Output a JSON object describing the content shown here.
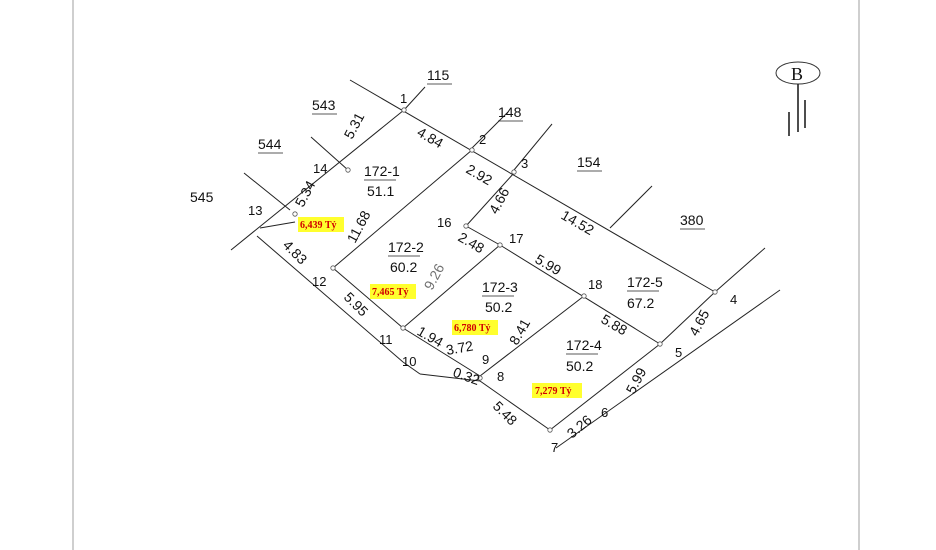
{
  "neighbors": {
    "n115": "115",
    "n543": "543",
    "n148": "148",
    "n544": "544",
    "n154": "154",
    "n545": "545",
    "n380": "380"
  },
  "vertices": {
    "v1": "1",
    "v2": "2",
    "v3": "3",
    "v4": "4",
    "v5": "5",
    "v6": "6",
    "v7": "7",
    "v8": "8",
    "v9": "9",
    "v10": "10",
    "v11": "11",
    "v12": "12",
    "v13": "13",
    "v14": "14",
    "v16": "16",
    "v17": "17",
    "v18": "18"
  },
  "parcels": {
    "p1": {
      "id": "172-1",
      "area": "51.1"
    },
    "p2": {
      "id": "172-2",
      "area": "60.2"
    },
    "p3": {
      "id": "172-3",
      "area": "50.2"
    },
    "p4": {
      "id": "172-4",
      "area": "50.2"
    },
    "p5": {
      "id": "172-5",
      "area": "67.2"
    }
  },
  "dimensions": {
    "d531": "5.31",
    "d484": "4.84",
    "d292": "2.92",
    "d466": "4.66",
    "d1452": "14.52",
    "d534": "5.34",
    "d1168": "11.68",
    "d248": "2.48",
    "d599a": "5.99",
    "d483": "4.83",
    "d595": "5.95",
    "d194": "1.94",
    "d372": "3.72",
    "d841": "8.41",
    "d588": "5.88",
    "d465": "4.65",
    "d032": "0.32",
    "d548": "5.48",
    "d326": "3.26",
    "d599b": "5.99",
    "d926": "9.26"
  },
  "prices": {
    "p1": "6,439 Tỷ",
    "p2": "7,465 Tỷ",
    "p3": "6,780 Tỷ",
    "p4": "7,279 Tỷ"
  },
  "north_arrow": {
    "letter": "B"
  }
}
